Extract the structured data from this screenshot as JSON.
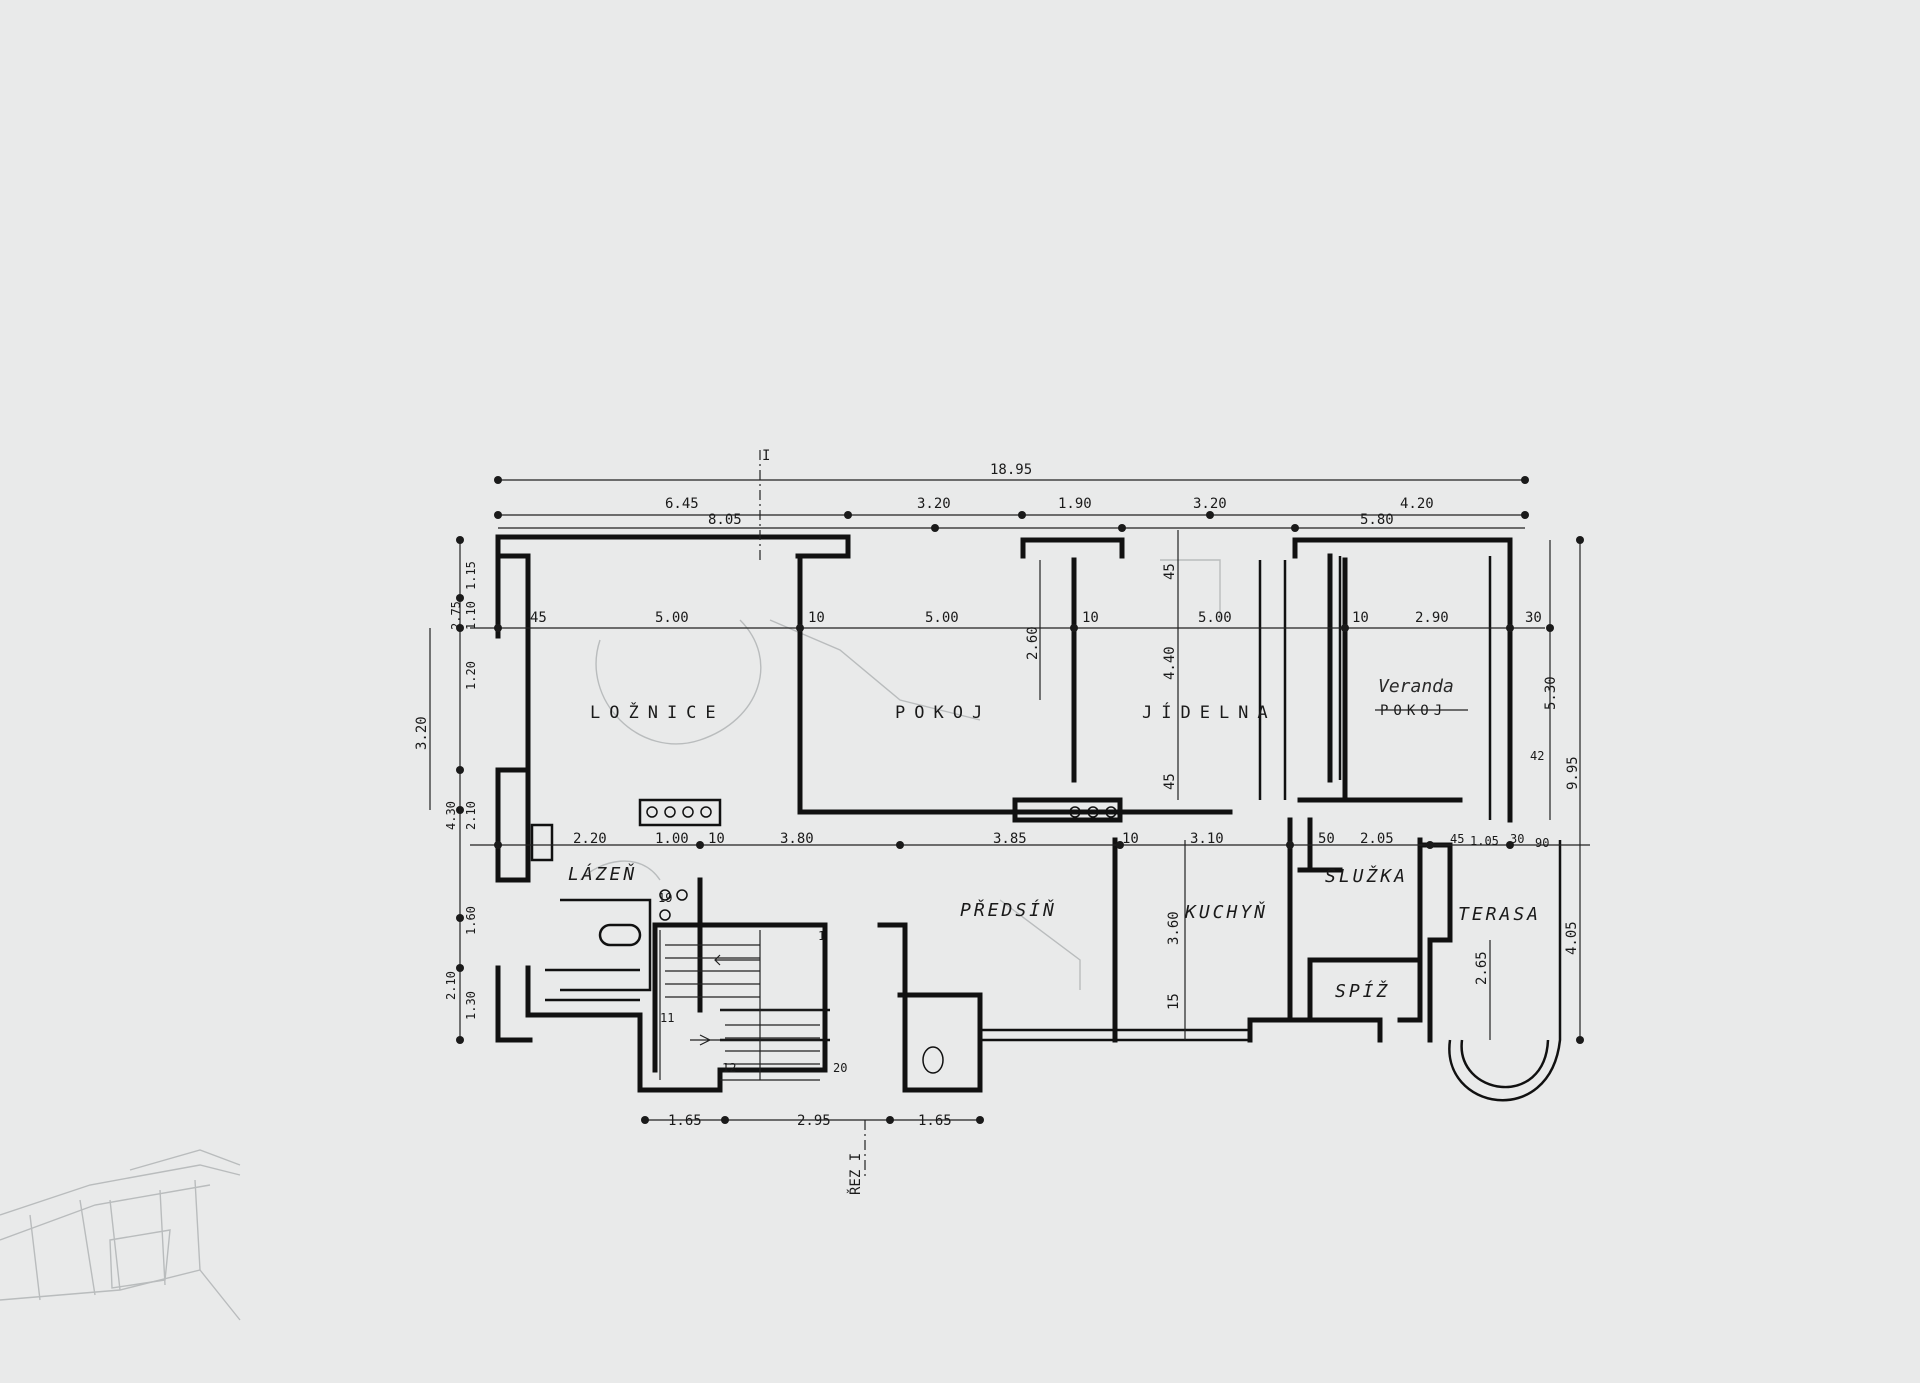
{
  "drawing": {
    "rooms": {
      "loznice": "LOŽNICE",
      "pokoj": "POKOJ",
      "jidelna": "JÍDELNA",
      "veranda": "Veranda",
      "veranda_struck": "POKOJ",
      "lazen": "LÁZEŇ",
      "predsin": "PŘEDSÍŇ",
      "kuchyn": "KUCHYŇ",
      "sluzka": "SLUŽKA",
      "spiz": "SPÍŽ",
      "terasa": "TERASA"
    },
    "section_label": "ŘEZ I",
    "section_mark": "I",
    "dimensions": {
      "top_total": "18.95",
      "top_6_45": "6.45",
      "top_8_05": "8.05",
      "top_3_20a": "3.20",
      "top_1_90": "1.90",
      "top_3_20b": "3.20",
      "top_4_20": "4.20",
      "top_5_80": "5.80",
      "row_45": "45",
      "row_5_00a": "5.00",
      "row_10a": "10",
      "row_5_00b": "5.00",
      "row_10b": "10",
      "row_5_00c": "5.00",
      "row_10c": "10",
      "row_2_90": "2.90",
      "row_30": "30",
      "v_2_60": "2.60",
      "v_4_40": "4.40",
      "v_45a": "45",
      "v_45b": "45",
      "v_5_30": "5.30",
      "v_9_95": "9.95",
      "mid_2_20": "2.20",
      "mid_1_00": "1.00",
      "mid_10a": "10",
      "mid_3_80": "3.80",
      "mid_3_85": "3.85",
      "mid_10b": "10",
      "mid_3_10": "3.10",
      "mid_50": "50",
      "mid_2_05": "2.05",
      "mid_45": "45",
      "mid_1_05": "1.05",
      "mid_30": "30",
      "mid_90": "90",
      "v_3_60": "3.60",
      "v_15": "15",
      "v_2_65": "2.65",
      "v_4_05": "4.05",
      "left_1_15": "1.15",
      "left_2_75": "2.75",
      "left_1_10": "1.10",
      "left_1_20": "1.20",
      "left_3_20": "3.20",
      "left_4_30": "4.30",
      "left_2_10a": "2.10",
      "left_1_60": "1.60",
      "left_2_10b": "2.10",
      "left_1_30": "1.30",
      "bot_1_65a": "1.65",
      "bot_2_95": "2.95",
      "bot_1_65b": "1.65",
      "stair_1": "1",
      "stair_11": "11",
      "stair_12": "12",
      "stair_19": "19",
      "stair_20": "20",
      "note_42": "42"
    }
  }
}
